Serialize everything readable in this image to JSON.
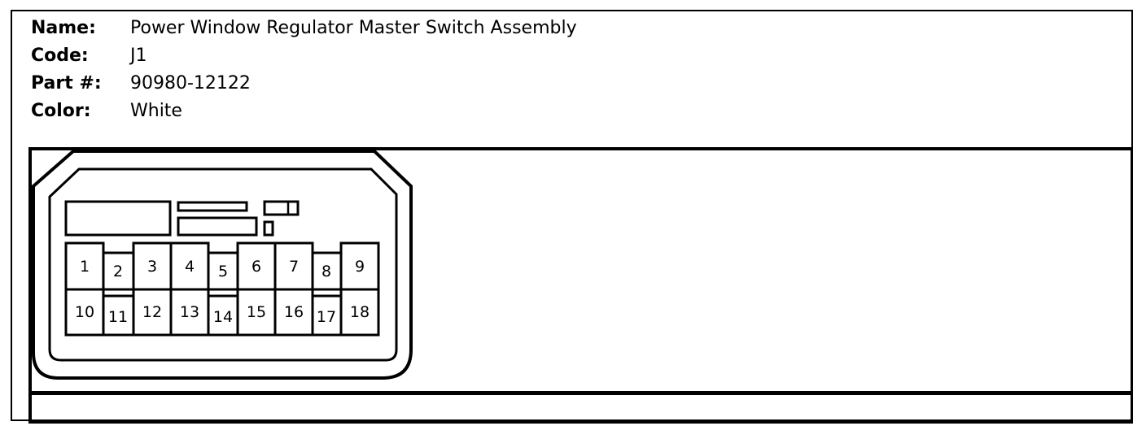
{
  "connector_info": {
    "name_label": "Name:",
    "name_value": "Power Window Regulator Master Switch Assembly",
    "code_label": "Code:",
    "code_value": "J1",
    "part_label": "Part #:",
    "part_value": "90980-12122",
    "color_label": "Color:",
    "color_value": "White"
  },
  "connector": {
    "pins_top": [
      "1",
      "2",
      "3",
      "4",
      "5",
      "6",
      "7",
      "8",
      "9"
    ],
    "pins_bottom": [
      "10",
      "11",
      "12",
      "13",
      "14",
      "15",
      "16",
      "17",
      "18"
    ]
  }
}
